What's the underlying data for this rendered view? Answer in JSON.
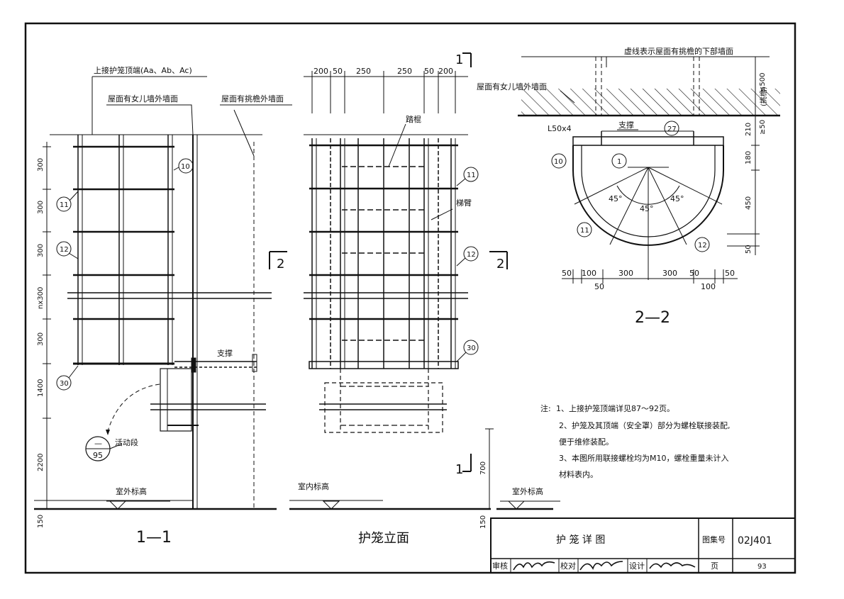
{
  "view_1_1": {
    "title": "1—1",
    "label_top_end": "上接护笼顶端(Aa、Ab、Ac)",
    "label_parapet": "屋面有女儿墙外墙面",
    "label_eave": "屋面有挑檐外墙面",
    "dims": [
      "300",
      "300",
      "300",
      "nx300",
      "300",
      "1400",
      "2200",
      "150"
    ],
    "label_support": "支撑",
    "label_movable": "活动段",
    "label_outdoor": "室外标高",
    "ref_detail_top": "—",
    "ref_detail_bottom": "95",
    "callouts": [
      "10",
      "11",
      "12",
      "30"
    ]
  },
  "elevation": {
    "title": "护笼立面",
    "top_dims": [
      "200",
      "50",
      "250",
      "250",
      "50",
      "200"
    ],
    "label_step": "踏棍",
    "label_rail": "梯臂",
    "label_indoor": "室内标高",
    "label_outdoor": "室外标高",
    "dim_700": "700",
    "dim_150": "150",
    "section_mark": "1",
    "section_2": "2",
    "callouts": [
      "11",
      "12",
      "30"
    ]
  },
  "section_2_2": {
    "title": "2—2",
    "label_dashed": "虚线表示屋面有挑檐的下部墙面",
    "label_parapet": "屋面有女儿墙外墙面",
    "label_eave_tag": "(挑檐)",
    "label_angle": "L50x4",
    "label_support": "支撑",
    "angles": [
      "45°",
      "45°",
      "45°"
    ],
    "right_dims": [
      "≤500",
      "210",
      "≥50",
      "180",
      "450",
      "50"
    ],
    "bottom_dims_row1": [
      "50",
      "100",
      "300",
      "300",
      "50",
      "50"
    ],
    "bottom_dims_row2": [
      "50",
      "100"
    ],
    "callouts": [
      "1",
      "10",
      "11",
      "12",
      "27"
    ]
  },
  "notes": {
    "lead": "注:",
    "items": [
      "1、上接护笼顶端详见87～92页。",
      "2、护笼及其顶端（安全罩）部分为螺栓联接装配,",
      "便于维修装配。",
      "3、本图所用联接螺栓均为M10，螺栓重量未计入",
      "材料表内。"
    ]
  },
  "title_block": {
    "drawing_title": "护 笼 详 图",
    "atlas_label": "图集号",
    "atlas_no": "02J401",
    "review_label": "审核",
    "check_label": "校对",
    "design_label": "设计",
    "page_label": "页",
    "page_no": "93"
  }
}
